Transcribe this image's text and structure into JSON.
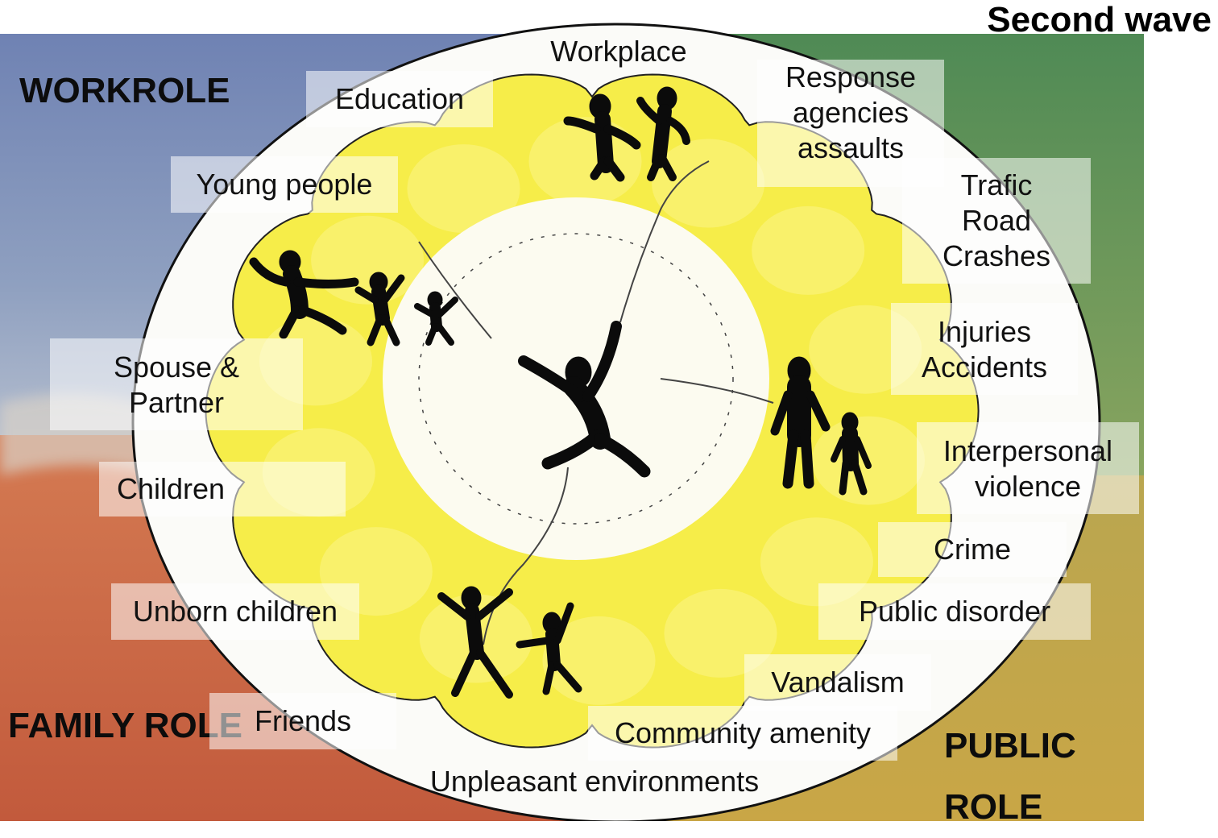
{
  "title": "Second wave",
  "roles": {
    "work": "WORKROLE",
    "family": "FAMILY ROLE",
    "public": "PUBLIC\nROLE"
  },
  "labels": {
    "workplace": "Workplace",
    "education": "Education",
    "response_agencies": "Response\nagencies\nassaults",
    "young_people": "Young people",
    "trafic": "Trafic\nRoad\nCrashes",
    "injuries": "Injuries\nAccidents",
    "spouse": "Spouse &\nPartner",
    "interpersonal": "Interpersonal\nviolence",
    "children": "Children",
    "crime": "Crime",
    "public_disorder": "Public disorder",
    "unborn": "Unborn children",
    "vandalism": "Vandalism",
    "friends": "Friends",
    "community": "Community amenity",
    "unpleasant": "Unpleasant environments"
  },
  "colors": {
    "work_quadrant": "#7b8fb8",
    "family_quadrant": "#c8664a",
    "public_quadrant": "#c2a84a",
    "green_quadrant": "#5f8f5a",
    "petal_yellow": "#f5ea2a",
    "figure_black": "#0b0b0b"
  },
  "icons": [
    "central-figure-icon",
    "workplace-figures-icon",
    "family-figures-icon",
    "adult-child-figures-icon",
    "friends-figures-icon"
  ]
}
